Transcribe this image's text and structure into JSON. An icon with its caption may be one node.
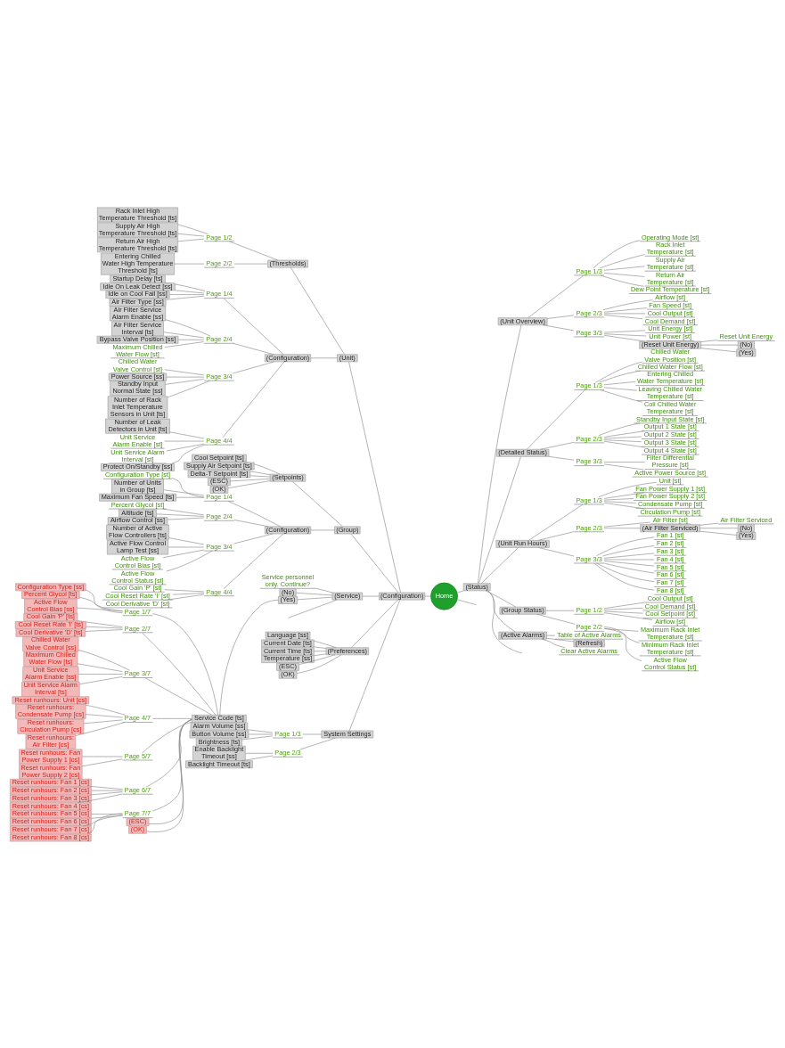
{
  "diagram": {
    "nodes": [
      {
        "text": [
          "Home"
        ]
      },
      {
        "text": [
          "(Configuration)"
        ]
      },
      {
        "text": [
          "(Unit)"
        ]
      },
      {
        "text": [
          "(Thresholds)"
        ]
      },
      {
        "text": [
          "Page 1/2"
        ]
      },
      {
        "text": [
          "Rack Inlet High Temperature Threshold [ts]"
        ]
      },
      {
        "text": [
          "Supply Air High Temperature Threshold [ts]"
        ]
      },
      {
        "text": [
          "Return Air High Temperature Threshold [ts]"
        ]
      },
      {
        "text": [
          "Page 2/2"
        ]
      },
      {
        "text": [
          "Entering Chilled Water High Temperature Threshold [ts]"
        ]
      },
      {
        "text": [
          "(Configuration)"
        ]
      },
      {
        "text": [
          "Page 1/4"
        ]
      },
      {
        "text": [
          "Startup Delay [ts]"
        ]
      },
      {
        "text": [
          "Idle On Leak Detect [ss]"
        ]
      },
      {
        "text": [
          "Idle on Cool Fail [ss]"
        ]
      },
      {
        "text": [
          "Air Filter Type [ss]"
        ]
      },
      {
        "text": [
          "Page 2/4"
        ]
      },
      {
        "text": [
          "Air Filter Service Alarm Enable [ss]"
        ]
      },
      {
        "text": [
          "Air Filter Service Interval [ts]"
        ]
      },
      {
        "text": [
          "Bypass Valve Position [ss]"
        ]
      },
      {
        "text": [
          "Maximum Chilled Water Flow [st]"
        ]
      },
      {
        "text": [
          "Page 3/4"
        ]
      },
      {
        "text": [
          "Chilled Water Valve Control [st]"
        ]
      },
      {
        "text": [
          "Power Source [ss]"
        ]
      },
      {
        "text": [
          "Standby Input Normal State [ss]"
        ]
      },
      {
        "text": [
          "Number of Rack Inlet Temperature Sensors in Unit [ts]"
        ]
      },
      {
        "text": [
          "Page 4/4"
        ]
      },
      {
        "text": [
          "Number of Leak Detectors in Unit [ts]"
        ]
      },
      {
        "text": [
          "Unit Service Alarm Enable [st]"
        ]
      },
      {
        "text": [
          "Unit Service Alarm Interval [st]"
        ]
      },
      {
        "text": [
          "Protect On/Standby [ss]"
        ]
      },
      {
        "text": [
          "(Group)"
        ]
      },
      {
        "text": [
          "(Setpoints)"
        ]
      },
      {
        "text": [
          "Cool Setpoint [ts]"
        ]
      },
      {
        "text": [
          "Supply Air Setpoint [ts]"
        ]
      },
      {
        "text": [
          "Delta-T Setpoint [ts]"
        ]
      },
      {
        "text": [
          "(ESC)"
        ]
      },
      {
        "text": [
          "(OK)"
        ]
      },
      {
        "text": [
          "(Configuration)"
        ]
      },
      {
        "text": [
          "Page 1/4"
        ]
      },
      {
        "text": [
          "Configuration Type [st]"
        ]
      },
      {
        "text": [
          "Number of Units in Group [ts]"
        ]
      },
      {
        "text": [
          "Maximum Fan Speed [ts]"
        ]
      },
      {
        "text": [
          "Page 2/4"
        ]
      },
      {
        "text": [
          "Percent Glycol [st]"
        ]
      },
      {
        "text": [
          "Altitude [ts]"
        ]
      },
      {
        "text": [
          "Airflow Control [ss]"
        ]
      },
      {
        "text": [
          "Page 3/4"
        ]
      },
      {
        "text": [
          "Number of Active Flow Controllers [ts]"
        ]
      },
      {
        "text": [
          "Active Flow Control Lamp Test [ss]"
        ]
      },
      {
        "text": [
          "Active Flow Control Bias [st]"
        ]
      },
      {
        "text": [
          "Active Flow Control Status [st]"
        ]
      },
      {
        "text": [
          "Page 4/4"
        ]
      },
      {
        "text": [
          "Cool Gain 'P' [st]"
        ]
      },
      {
        "text": [
          "Cool Reset Rate 'I' [st]"
        ]
      },
      {
        "text": [
          "Cool Derivative 'D' [st]"
        ]
      },
      {
        "text": [
          "(Service)"
        ]
      },
      {
        "text": [
          "Service personnel only. Continue?"
        ]
      },
      {
        "text": [
          "(No)"
        ]
      },
      {
        "text": [
          "(Yes)"
        ]
      },
      {
        "text": [
          "Service Code [ts]"
        ]
      },
      {
        "text": [
          "Page 1/7"
        ]
      },
      {
        "text": [
          "Configuration Type [ss]"
        ]
      },
      {
        "text": [
          "Percent Glycol [ts]"
        ]
      },
      {
        "text": [
          "Active Flow Control Bias [ss]"
        ]
      },
      {
        "text": [
          "Page 2/7"
        ]
      },
      {
        "text": [
          "Cool Gain 'P' [ts]"
        ]
      },
      {
        "text": [
          "Cool Reset Rate 'I' [ts]"
        ]
      },
      {
        "text": [
          "Cool Derivative 'D' [ts]"
        ]
      },
      {
        "text": [
          "Page 3/7"
        ]
      },
      {
        "text": [
          "Chilled Water Valve Control [ss]"
        ]
      },
      {
        "text": [
          "Maximum Chilled Water Flow [ts]"
        ]
      },
      {
        "text": [
          "Unit Service Alarm Enable [ss]"
        ]
      },
      {
        "text": [
          "Unit Service Alarm Interval [ts]"
        ]
      },
      {
        "text": [
          "Page 4/7"
        ]
      },
      {
        "text": [
          "Reset runhours: Unit [cs]"
        ]
      },
      {
        "text": [
          "Reset runhours: Condensate Pump [cs]"
        ]
      },
      {
        "text": [
          "Reset runhours: Circulation Pump [cs]"
        ]
      },
      {
        "text": [
          "Reset runhours: Air Filter [cs]"
        ]
      },
      {
        "text": [
          "Page 5/7"
        ]
      },
      {
        "text": [
          "Reset runhours: Fan Power Supply 1 [cs]"
        ]
      },
      {
        "text": [
          "Reset runhours: Fan Power Supply 2 [cs]"
        ]
      },
      {
        "text": [
          "Page 6/7"
        ]
      },
      {
        "text": [
          "Reset runhours: Fan 1 [cs]"
        ]
      },
      {
        "text": [
          "Reset runhours: Fan 2 [cs]"
        ]
      },
      {
        "text": [
          "Reset runhours: Fan 3 [cs]"
        ]
      },
      {
        "text": [
          "Reset runhours: Fan 4 [cs]"
        ]
      },
      {
        "text": [
          "Page 7/7"
        ]
      },
      {
        "text": [
          "Reset runhours: Fan 5 [cs]"
        ]
      },
      {
        "text": [
          "Reset runhours: Fan 6 [cs]"
        ]
      },
      {
        "text": [
          "Reset runhours: Fan 7 [cs]"
        ]
      },
      {
        "text": [
          "Reset runhours: Fan 8 [cs]"
        ]
      },
      {
        "text": [
          "(ESC)"
        ]
      },
      {
        "text": [
          "(OK)"
        ]
      },
      {
        "text": [
          "(Preferences)"
        ]
      },
      {
        "text": [
          "Language [ss]"
        ]
      },
      {
        "text": [
          "Current Date [ts]"
        ]
      },
      {
        "text": [
          "Current Time [ts]"
        ]
      },
      {
        "text": [
          "Temperature [ss]"
        ]
      },
      {
        "text": [
          "(ESC)"
        ]
      },
      {
        "text": [
          "(OK)"
        ]
      },
      {
        "text": [
          "System Settings"
        ]
      },
      {
        "text": [
          "Page 1/3"
        ]
      },
      {
        "text": [
          "Alarm Volume [ss]"
        ]
      },
      {
        "text": [
          "Button Volume [ss]"
        ]
      },
      {
        "text": [
          "Brightness [ts]"
        ]
      },
      {
        "text": [
          "Page 2/3"
        ]
      },
      {
        "text": [
          "Enable Backlight Timeout [ss]"
        ]
      },
      {
        "text": [
          "Backlight Timeout [ts]"
        ]
      },
      {
        "text": [
          "(Status)"
        ]
      },
      {
        "text": [
          "(Unit Overview)"
        ]
      },
      {
        "text": [
          "Page 1/3"
        ]
      },
      {
        "text": [
          "Operating Mode [st]"
        ]
      },
      {
        "text": [
          "Rack Inlet Temperature [st]"
        ]
      },
      {
        "text": [
          "Supply Air Temperature [st]"
        ]
      },
      {
        "text": [
          "Return Air Temperature [st]"
        ]
      },
      {
        "text": [
          "Dew Point Temperature [st]"
        ]
      },
      {
        "text": [
          "Page 2/3"
        ]
      },
      {
        "text": [
          "Airflow [st]"
        ]
      },
      {
        "text": [
          "Fan Speed [st]"
        ]
      },
      {
        "text": [
          "Cool Output [st]"
        ]
      },
      {
        "text": [
          "Cool Demand [st]"
        ]
      },
      {
        "text": [
          "Page 3/3"
        ]
      },
      {
        "text": [
          "Unit Energy [st]"
        ]
      },
      {
        "text": [
          "Unit Power [st]"
        ]
      },
      {
        "text": [
          "(Reset Unit Energy)"
        ]
      },
      {
        "text": [
          "Reset Unit Energy"
        ]
      },
      {
        "text": [
          "(No)"
        ]
      },
      {
        "text": [
          "(Yes)"
        ]
      },
      {
        "text": [
          "(Detailed Status)"
        ]
      },
      {
        "text": [
          "Page 1/3"
        ]
      },
      {
        "text": [
          "Chilled Water Valve Position [st]"
        ]
      },
      {
        "text": [
          "Chilled Water Flow [st]"
        ]
      },
      {
        "text": [
          "Entering Chilled Water Temperature [st]"
        ]
      },
      {
        "text": [
          "Leaving Chilled Water Temperature [st]"
        ]
      },
      {
        "text": [
          "Coil Chilled Water Temperature [st]"
        ]
      },
      {
        "text": [
          "Page 2/3"
        ]
      },
      {
        "text": [
          "Standby Input State [st]"
        ]
      },
      {
        "text": [
          "Output 1 State [st]"
        ]
      },
      {
        "text": [
          "Output 2 State [st]"
        ]
      },
      {
        "text": [
          "Output 3 State [st]"
        ]
      },
      {
        "text": [
          "Output 4 State [st]"
        ]
      },
      {
        "text": [
          "Page 3/3"
        ]
      },
      {
        "text": [
          "Filter Differential Pressure [st]"
        ]
      },
      {
        "text": [
          "Active Power Source [st]"
        ]
      },
      {
        "text": [
          "(Unit Run Hours)"
        ]
      },
      {
        "text": [
          "Page 1/3"
        ]
      },
      {
        "text": [
          "Unit [st]"
        ]
      },
      {
        "text": [
          "Fan Power Supply 1 [st]"
        ]
      },
      {
        "text": [
          "Fan Power Supply 2 [st]"
        ]
      },
      {
        "text": [
          "Condensate Pump [st]"
        ]
      },
      {
        "text": [
          "Circulation Pump [st]"
        ]
      },
      {
        "text": [
          "Page 2/3"
        ]
      },
      {
        "text": [
          "Air Filter [st]"
        ]
      },
      {
        "text": [
          "(Air Filter Serviced)"
        ]
      },
      {
        "text": [
          "Air Filter Serviced"
        ]
      },
      {
        "text": [
          "(No)"
        ]
      },
      {
        "text": [
          "(Yes)"
        ]
      },
      {
        "text": [
          "Page 3/3"
        ]
      },
      {
        "text": [
          "Fan 1 [st]"
        ]
      },
      {
        "text": [
          "Fan 2 [st]"
        ]
      },
      {
        "text": [
          "Fan 3 [st]"
        ]
      },
      {
        "text": [
          "Fan 4 [st]"
        ]
      },
      {
        "text": [
          "Fan 5 [st]"
        ]
      },
      {
        "text": [
          "Fan 6 [st]"
        ]
      },
      {
        "text": [
          "Fan 7 [st]"
        ]
      },
      {
        "text": [
          "Fan 8 [st]"
        ]
      },
      {
        "text": [
          "(Group Status)"
        ]
      },
      {
        "text": [
          "Page 1/2"
        ]
      },
      {
        "text": [
          "Cool Output [st]"
        ]
      },
      {
        "text": [
          "Cool Demand [st]"
        ]
      },
      {
        "text": [
          "Cool Setpoint [st]"
        ]
      },
      {
        "text": [
          "Airflow [st]"
        ]
      },
      {
        "text": [
          "Page 2/2"
        ]
      },
      {
        "text": [
          "Maximum Rack Inlet Temperature [st]"
        ]
      },
      {
        "text": [
          "Minimum Rack Inlet Temperature [st]"
        ]
      },
      {
        "text": [
          "Active Flow Control Status [st]"
        ]
      },
      {
        "text": [
          "(Active Alarms)"
        ]
      },
      {
        "text": [
          "Table of Active Alarms"
        ]
      },
      {
        "text": [
          "(Refresh)"
        ]
      },
      {
        "text": [
          "Clear Active Alarms"
        ]
      }
    ],
    "edges": [
      {
        "from": 1,
        "to": 0,
        "arrow": "none"
      },
      {
        "from": 2,
        "to": 1,
        "arrow": "none"
      },
      {
        "from": 3,
        "to": 2,
        "arrow": "none"
      },
      {
        "from": 4,
        "to": 3,
        "arrow": "none"
      },
      {
        "from": 5,
        "to": 4,
        "arrow": "none"
      },
      {
        "from": 6,
        "to": 4,
        "arrow": "none"
      },
      {
        "from": 7,
        "to": 4,
        "arrow": "none"
      },
      {
        "from": 8,
        "to": 3,
        "arrow": "none"
      },
      {
        "from": 9,
        "to": 8,
        "arrow": "none"
      },
      {
        "from": 10,
        "to": 2,
        "arrow": "none"
      },
      {
        "from": 11,
        "to": 10,
        "arrow": "none"
      },
      {
        "from": 12,
        "to": 11,
        "arrow": "none"
      },
      {
        "from": 13,
        "to": 11,
        "arrow": "none"
      },
      {
        "from": 14,
        "to": 11,
        "arrow": "none"
      },
      {
        "from": 15,
        "to": 11,
        "arrow": "none"
      },
      {
        "from": 16,
        "to": 10,
        "arrow": "none"
      },
      {
        "from": 17,
        "to": 16,
        "arrow": "none"
      },
      {
        "from": 18,
        "to": 16,
        "arrow": "none"
      },
      {
        "from": 19,
        "to": 16,
        "arrow": "none"
      },
      {
        "from": 20,
        "to": 16,
        "arrow": "none"
      },
      {
        "from": 21,
        "to": 10,
        "arrow": "none"
      },
      {
        "from": 22,
        "to": 21,
        "arrow": "none"
      },
      {
        "from": 23,
        "to": 21,
        "arrow": "none"
      },
      {
        "from": 24,
        "to": 21,
        "arrow": "none"
      },
      {
        "from": 25,
        "to": 21,
        "arrow": "none"
      },
      {
        "from": 26,
        "to": 10,
        "arrow": "none"
      },
      {
        "from": 27,
        "to": 26,
        "arrow": "none"
      },
      {
        "from": 28,
        "to": 26,
        "arrow": "none"
      },
      {
        "from": 29,
        "to": 26,
        "arrow": "none"
      },
      {
        "from": 30,
        "to": 26,
        "arrow": "none"
      },
      {
        "from": 31,
        "to": 1,
        "arrow": "none"
      },
      {
        "from": 32,
        "to": 31,
        "arrow": "none"
      },
      {
        "from": 33,
        "to": 32,
        "arrow": "none"
      },
      {
        "from": 34,
        "to": 32,
        "arrow": "none"
      },
      {
        "from": 35,
        "to": 32,
        "arrow": "none"
      },
      {
        "from": 36,
        "to": 32,
        "arrow": "none"
      },
      {
        "from": 37,
        "to": 32,
        "arrow": "none"
      },
      {
        "from": 38,
        "to": 31,
        "arrow": "none"
      },
      {
        "from": 39,
        "to": 38,
        "arrow": "none"
      },
      {
        "from": 40,
        "to": 39,
        "arrow": "none"
      },
      {
        "from": 41,
        "to": 39,
        "arrow": "none"
      },
      {
        "from": 42,
        "to": 39,
        "arrow": "none"
      },
      {
        "from": 43,
        "to": 38,
        "arrow": "none"
      },
      {
        "from": 44,
        "to": 43,
        "arrow": "none"
      },
      {
        "from": 45,
        "to": 43,
        "arrow": "none"
      },
      {
        "from": 46,
        "to": 43,
        "arrow": "none"
      },
      {
        "from": 47,
        "to": 38,
        "arrow": "none"
      },
      {
        "from": 48,
        "to": 47,
        "arrow": "none"
      },
      {
        "from": 49,
        "to": 47,
        "arrow": "none"
      },
      {
        "from": 50,
        "to": 47,
        "arrow": "none"
      },
      {
        "from": 51,
        "to": 47,
        "arrow": "none"
      },
      {
        "from": 52,
        "to": 38,
        "arrow": "none"
      },
      {
        "from": 53,
        "to": 52,
        "arrow": "none"
      },
      {
        "from": 54,
        "to": 52,
        "arrow": "none"
      },
      {
        "from": 55,
        "to": 52,
        "arrow": "none"
      },
      {
        "from": 56,
        "to": 1,
        "arrow": "none"
      },
      {
        "from": null,
        "to": 56,
        "arrow": "none"
      },
      {
        "from": 57,
        "to": 56,
        "arrow": "none"
      },
      {
        "from": 58,
        "to": 56,
        "arrow": "none"
      },
      {
        "from": 59,
        "to": 56,
        "arrow": "none"
      },
      {
        "from": 60,
        "to": 59,
        "arrow": "none"
      },
      {
        "from": 61,
        "to": 60,
        "arrow": "none"
      },
      {
        "from": 62,
        "to": 61,
        "arrow": "none"
      },
      {
        "from": 63,
        "to": 61,
        "arrow": "none"
      },
      {
        "from": 64,
        "to": 61,
        "arrow": "none"
      },
      {
        "from": 65,
        "to": 60,
        "arrow": "none"
      },
      {
        "from": 66,
        "to": 65,
        "arrow": "none"
      },
      {
        "from": 67,
        "to": 65,
        "arrow": "none"
      },
      {
        "from": 68,
        "to": 65,
        "arrow": "none"
      },
      {
        "from": 69,
        "to": 60,
        "arrow": "none"
      },
      {
        "from": 70,
        "to": 69,
        "arrow": "none"
      },
      {
        "from": 71,
        "to": 69,
        "arrow": "none"
      },
      {
        "from": 72,
        "to": 69,
        "arrow": "none"
      },
      {
        "from": 73,
        "to": 69,
        "arrow": "none"
      },
      {
        "from": 74,
        "to": 60,
        "arrow": "none"
      },
      {
        "from": 75,
        "to": 74,
        "arrow": "none"
      },
      {
        "from": 76,
        "to": 74,
        "arrow": "none"
      },
      {
        "from": 77,
        "to": 74,
        "arrow": "none"
      },
      {
        "from": 78,
        "to": 74,
        "arrow": "none"
      },
      {
        "from": 79,
        "to": 60,
        "arrow": "none"
      },
      {
        "from": 80,
        "to": 79,
        "arrow": "none"
      },
      {
        "from": 81,
        "to": 79,
        "arrow": "none"
      },
      {
        "from": 82,
        "to": 60,
        "arrow": "none"
      },
      {
        "from": 83,
        "to": 82,
        "arrow": "none"
      },
      {
        "from": 84,
        "to": 82,
        "arrow": "none"
      },
      {
        "from": 85,
        "to": 82,
        "arrow": "none"
      },
      {
        "from": 86,
        "to": 82,
        "arrow": "none"
      },
      {
        "from": 87,
        "to": 60,
        "arrow": "none"
      },
      {
        "from": 88,
        "to": 87,
        "arrow": "none"
      },
      {
        "from": 89,
        "to": 87,
        "arrow": "none"
      },
      {
        "from": 90,
        "to": 87,
        "arrow": "none"
      },
      {
        "from": 91,
        "to": 87,
        "arrow": "none"
      },
      {
        "from": 92,
        "to": 60,
        "arrow": "none"
      },
      {
        "from": 93,
        "to": 60,
        "arrow": "none"
      },
      {
        "from": 94,
        "to": 1,
        "arrow": "none"
      },
      {
        "from": 95,
        "to": 94,
        "arrow": "none"
      },
      {
        "from": 96,
        "to": 94,
        "arrow": "none"
      },
      {
        "from": 97,
        "to": 94,
        "arrow": "none"
      },
      {
        "from": 98,
        "to": 94,
        "arrow": "none"
      },
      {
        "from": 99,
        "to": 94,
        "arrow": "none"
      },
      {
        "from": 100,
        "to": 94,
        "arrow": "none"
      },
      {
        "from": 101,
        "to": 1,
        "arrow": "none"
      },
      {
        "from": 102,
        "to": 101,
        "arrow": "none"
      },
      {
        "from": 103,
        "to": 102,
        "arrow": "none"
      },
      {
        "from": 104,
        "to": 102,
        "arrow": "none"
      },
      {
        "from": 105,
        "to": 102,
        "arrow": "none"
      },
      {
        "from": 106,
        "to": 101,
        "arrow": "none"
      },
      {
        "from": 107,
        "to": 106,
        "arrow": "none"
      },
      {
        "from": 108,
        "to": 106,
        "arrow": "none"
      },
      {
        "from": 0,
        "to": 109,
        "arrow": "none"
      },
      {
        "from": 0,
        "to": null,
        "arrow": "none"
      },
      {
        "from": 109,
        "to": 110,
        "arrow": "none"
      },
      {
        "from": 110,
        "to": 111,
        "arrow": "none"
      },
      {
        "from": 111,
        "to": 112,
        "arrow": "none"
      },
      {
        "from": 111,
        "to": 113,
        "arrow": "none"
      },
      {
        "from": 111,
        "to": 114,
        "arrow": "none"
      },
      {
        "from": 111,
        "to": 115,
        "arrow": "none"
      },
      {
        "from": 111,
        "to": 116,
        "arrow": "none"
      },
      {
        "from": 110,
        "to": 117,
        "arrow": "none"
      },
      {
        "from": 117,
        "to": 118,
        "arrow": "none"
      },
      {
        "from": 117,
        "to": 119,
        "arrow": "none"
      },
      {
        "from": 117,
        "to": 120,
        "arrow": "none"
      },
      {
        "from": 117,
        "to": 121,
        "arrow": "none"
      },
      {
        "from": 110,
        "to": 122,
        "arrow": "none"
      },
      {
        "from": 122,
        "to": 123,
        "arrow": "none"
      },
      {
        "from": 122,
        "to": 124,
        "arrow": "none"
      },
      {
        "from": 122,
        "to": 125,
        "arrow": "none"
      },
      {
        "from": 125,
        "to": 126,
        "arrow": "none"
      },
      {
        "from": 125,
        "to": 127,
        "arrow": "none"
      },
      {
        "from": 125,
        "to": 128,
        "arrow": "none"
      },
      {
        "from": 109,
        "to": 129,
        "arrow": "none"
      },
      {
        "from": 129,
        "to": 130,
        "arrow": "none"
      },
      {
        "from": 130,
        "to": 131,
        "arrow": "none"
      },
      {
        "from": 130,
        "to": 132,
        "arrow": "none"
      },
      {
        "from": 130,
        "to": 133,
        "arrow": "none"
      },
      {
        "from": 130,
        "to": 134,
        "arrow": "none"
      },
      {
        "from": 130,
        "to": 135,
        "arrow": "none"
      },
      {
        "from": 129,
        "to": 136,
        "arrow": "none"
      },
      {
        "from": 136,
        "to": 137,
        "arrow": "none"
      },
      {
        "from": 136,
        "to": 138,
        "arrow": "none"
      },
      {
        "from": 136,
        "to": 139,
        "arrow": "none"
      },
      {
        "from": 136,
        "to": 140,
        "arrow": "none"
      },
      {
        "from": 136,
        "to": 141,
        "arrow": "none"
      },
      {
        "from": 129,
        "to": 142,
        "arrow": "none"
      },
      {
        "from": 142,
        "to": 143,
        "arrow": "none"
      },
      {
        "from": 142,
        "to": 144,
        "arrow": "none"
      },
      {
        "from": 109,
        "to": 145,
        "arrow": "none"
      },
      {
        "from": 145,
        "to": 146,
        "arrow": "none"
      },
      {
        "from": 146,
        "to": 147,
        "arrow": "none"
      },
      {
        "from": 146,
        "to": 148,
        "arrow": "none"
      },
      {
        "from": 146,
        "to": 149,
        "arrow": "none"
      },
      {
        "from": 146,
        "to": 150,
        "arrow": "none"
      },
      {
        "from": 146,
        "to": 151,
        "arrow": "none"
      },
      {
        "from": 145,
        "to": 152,
        "arrow": "none"
      },
      {
        "from": 152,
        "to": 153,
        "arrow": "none"
      },
      {
        "from": 152,
        "to": 154,
        "arrow": "none"
      },
      {
        "from": 154,
        "to": 155,
        "arrow": "none"
      },
      {
        "from": 154,
        "to": 156,
        "arrow": "none"
      },
      {
        "from": 154,
        "to": 157,
        "arrow": "none"
      },
      {
        "from": 145,
        "to": 158,
        "arrow": "none"
      },
      {
        "from": 158,
        "to": 159,
        "arrow": "none"
      },
      {
        "from": 158,
        "to": 160,
        "arrow": "none"
      },
      {
        "from": 158,
        "to": 161,
        "arrow": "none"
      },
      {
        "from": 158,
        "to": 162,
        "arrow": "none"
      },
      {
        "from": 158,
        "to": 163,
        "arrow": "none"
      },
      {
        "from": 158,
        "to": 164,
        "arrow": "none"
      },
      {
        "from": 158,
        "to": 165,
        "arrow": "none"
      },
      {
        "from": 158,
        "to": 166,
        "arrow": "none"
      },
      {
        "from": 109,
        "to": 167,
        "arrow": "none"
      },
      {
        "from": 167,
        "to": 168,
        "arrow": "none"
      },
      {
        "from": 168,
        "to": 169,
        "arrow": "none"
      },
      {
        "from": 168,
        "to": 170,
        "arrow": "none"
      },
      {
        "from": 168,
        "to": 171,
        "arrow": "none"
      },
      {
        "from": 168,
        "to": 172,
        "arrow": "none"
      },
      {
        "from": 167,
        "to": 173,
        "arrow": "none"
      },
      {
        "from": 173,
        "to": 174,
        "arrow": "none"
      },
      {
        "from": 173,
        "to": 175,
        "arrow": "none"
      },
      {
        "from": 173,
        "to": 176,
        "arrow": "none"
      },
      {
        "from": 109,
        "to": 177,
        "arrow": "none"
      },
      {
        "from": 177,
        "to": 178,
        "arrow": "none"
      },
      {
        "from": 177,
        "to": 179,
        "arrow": "none"
      },
      {
        "from": 177,
        "to": 180,
        "arrow": "none"
      },
      {
        "from": 109,
        "to": null,
        "arrow": "none"
      }
    ]
  }
}
